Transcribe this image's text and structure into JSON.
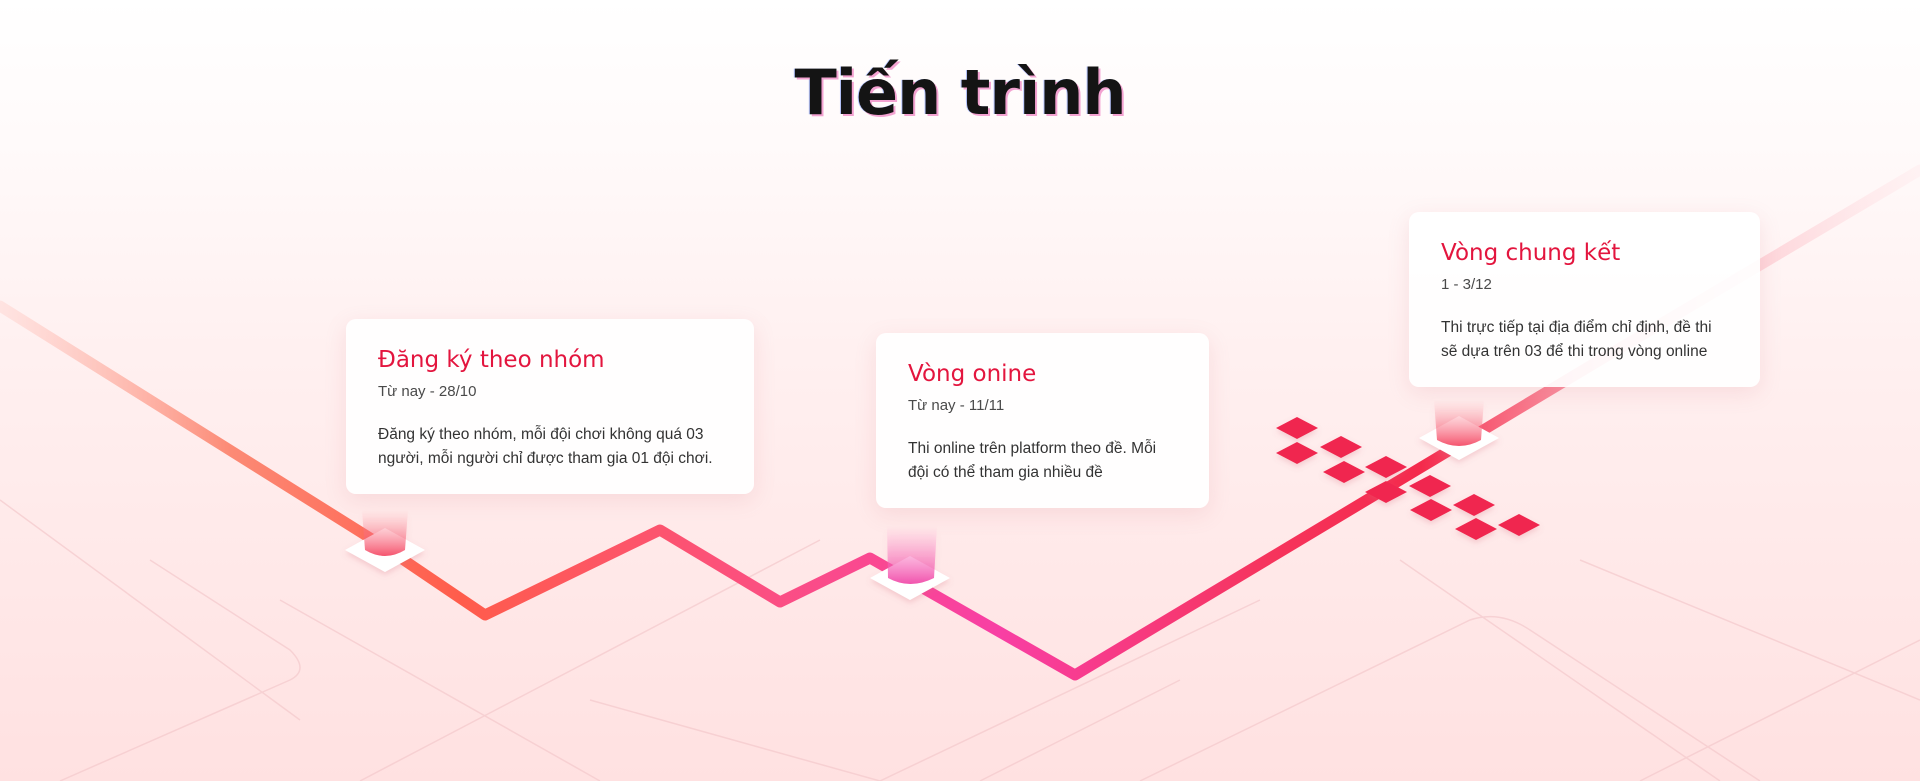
{
  "title": "Tiến trình",
  "colors": {
    "accent": "#e3153e",
    "path_start": "#ff6a4a",
    "path_mid": "#f7419b",
    "path_end": "#f42a4c",
    "background": "#ffe8e8"
  },
  "milestones": [
    {
      "title": "Đăng ký theo nhóm",
      "date": "Từ nay - 28/10",
      "description": "Đăng ký theo nhóm, mỗi đội chơi không quá 03 người, mỗi người chỉ được tham gia 01 đội chơi."
    },
    {
      "title": "Vòng onine",
      "date": "Từ nay - 11/11",
      "description": "Thi online trên platform theo đề. Mỗi đội có thể tham gia nhiều đề"
    },
    {
      "title": "Vòng chung kết",
      "date": "1 - 3/12",
      "description": "Thi trực tiếp tại địa điểm chỉ định, đề thi sẽ dựa trên 03 để thi trong vòng online"
    }
  ]
}
